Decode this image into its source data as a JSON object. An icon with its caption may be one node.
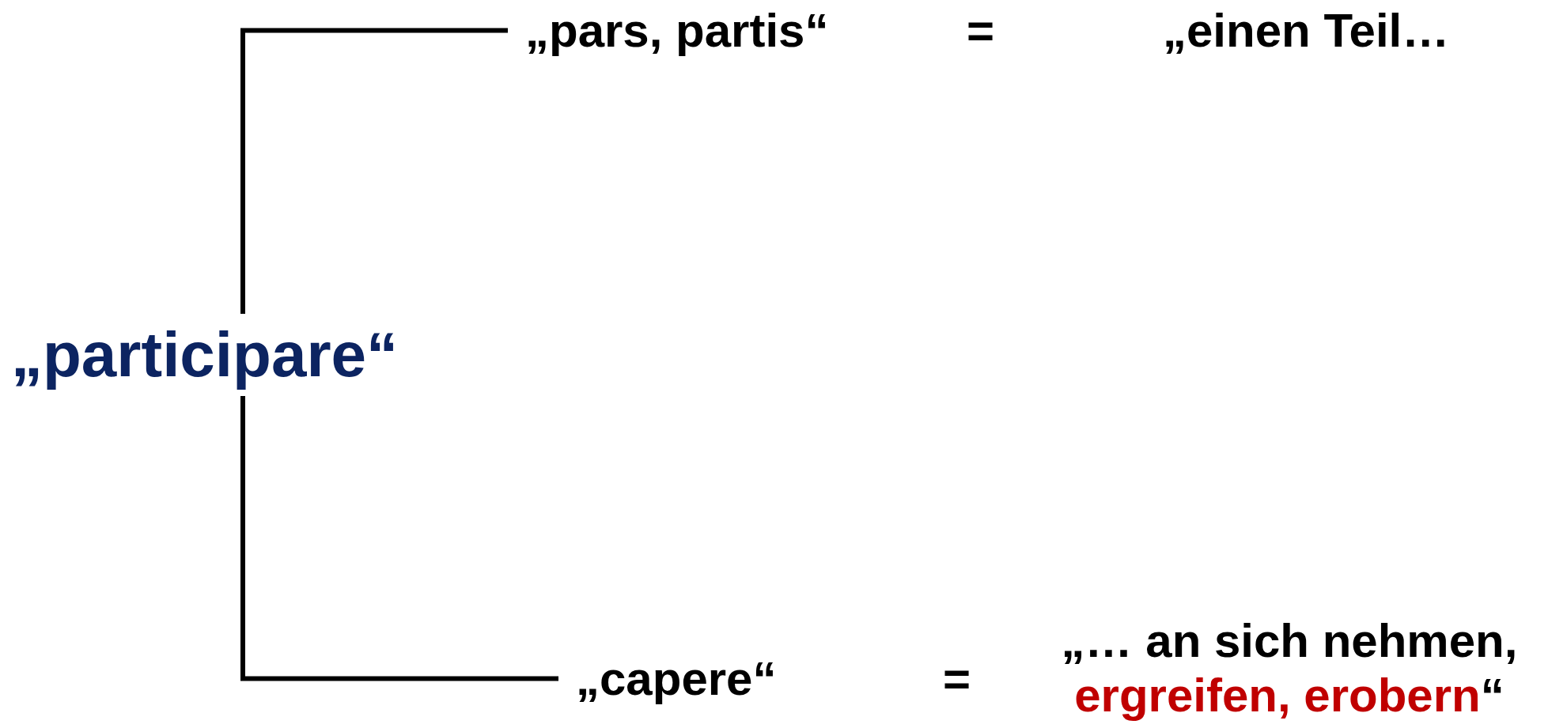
{
  "diagram": {
    "nodes": [
      {
        "text": [
          "„participare“"
        ]
      },
      {
        "text": [
          "„pars, partis“"
        ]
      },
      {
        "text": [
          "„capere“"
        ]
      },
      {
        "text": [
          "„einen Teil…"
        ]
      },
      {
        "text": [
          "„… an sich nehmen, **ergreifen, erobern**“"
        ]
      }
    ],
    "edges": [
      {
        "from": 0,
        "to": 1,
        "arrow": "none"
      },
      {
        "from": 0,
        "to": 2,
        "arrow": "none"
      }
    ],
    "labels": [
      "=",
      "="
    ]
  }
}
